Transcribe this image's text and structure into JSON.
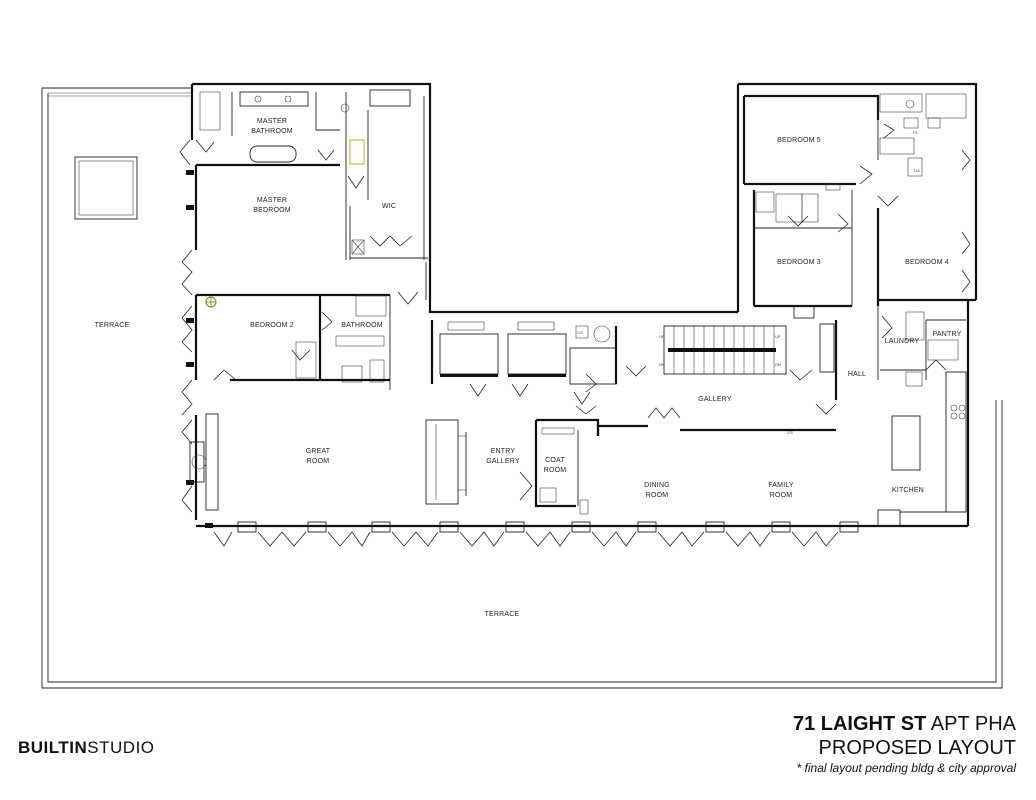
{
  "rooms": {
    "master_bathroom": [
      "MASTER",
      "BATHROOM"
    ],
    "master_bedroom": [
      "MASTER",
      "BEDROOM"
    ],
    "wic": "WIC",
    "terrace_west": "TERRACE",
    "bedroom_2": "BEDROOM 2",
    "bathroom": "BATHROOM",
    "great_room": [
      "GREAT",
      "ROOM"
    ],
    "entry_gallery": [
      "ENTRY",
      "GALLERY"
    ],
    "coat_room": [
      "COAT",
      "ROOM"
    ],
    "gallery": "GALLERY",
    "dining_room": [
      "DINING",
      "ROOM"
    ],
    "family_room": [
      "FAMILY",
      "ROOM"
    ],
    "kitchen": "KITCHEN",
    "hall": "HALL",
    "laundry": "LAUNDRY",
    "pantry": "PANTRY",
    "bedroom_5": "BEDROOM 5",
    "bedroom_3": "BEDROOM 3",
    "bedroom_4": "BEDROOM 4",
    "terrace_south": "TERRACE"
  },
  "fixture_labels": {
    "cs_gallery": "CS",
    "cs_stair": "CS",
    "tx": "TX",
    "da": "DA",
    "up_1": "UP",
    "up_2": "UP",
    "dn_1": "DN",
    "dn_2": "DN"
  },
  "brand": {
    "bold": "BUILTIN",
    "regular": "STUDIO"
  },
  "title": {
    "address_bold": "71 LAIGHT ST",
    "address_regular": "APT PHA",
    "subtitle": "PROPOSED LAYOUT",
    "note": "* final layout pending bldg & city approval"
  }
}
